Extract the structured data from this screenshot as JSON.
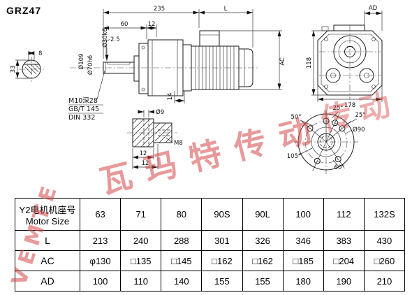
{
  "page": {
    "title": "GRZ47"
  },
  "watermark": {
    "brand": "VEMTE",
    "text": "瓦玛特传动",
    "fragment": "传动"
  },
  "drawing": {
    "section_view": {
      "dim_8": "8",
      "dim_33": "33"
    },
    "side_view": {
      "dim_235": "235",
      "dim_L": "L",
      "dim_60": "60",
      "dim_12": "12",
      "dim_2_5": "2.5",
      "dim_shaft": "Ø30k6",
      "dim_flange": "Ø109",
      "dim_spigot": "Ø70h6",
      "dim_14": "14",
      "dim_AC": "AC",
      "note_tap": "M10深28",
      "note_std1": "GB/T 145",
      "note_std2": "DIN 332"
    },
    "shaft_detail": {
      "dim_hole": "Ø9",
      "dim_thread": "M8",
      "dim_12a": "12",
      "dim_12b": "12"
    },
    "front_view": {
      "dim_AD": "AD",
      "dim_118": "118",
      "dim_178": "178"
    },
    "flange_view": {
      "angle_50": "50°",
      "angle_25a": "25°",
      "angle_25b": "25°",
      "angle_105": "105°",
      "angle_60": "60°",
      "dim_90": "Ø90"
    }
  },
  "table": {
    "header": {
      "label_cn": "Y2电机机座号",
      "label_en": "Motor Size",
      "sizes": [
        "63",
        "71",
        "80",
        "90S",
        "90L",
        "100",
        "112",
        "132S"
      ]
    },
    "rows": [
      {
        "label": "L",
        "values": [
          "213",
          "240",
          "288",
          "301",
          "326",
          "346",
          "383",
          "430"
        ]
      },
      {
        "label": "AC",
        "values": [
          "φ130",
          "□135",
          "□145",
          "□162",
          "□162",
          "□185",
          "□204",
          "□260"
        ]
      },
      {
        "label": "AD",
        "values": [
          "100",
          "110",
          "140",
          "155",
          "155",
          "180",
          "190",
          "210"
        ]
      }
    ]
  }
}
